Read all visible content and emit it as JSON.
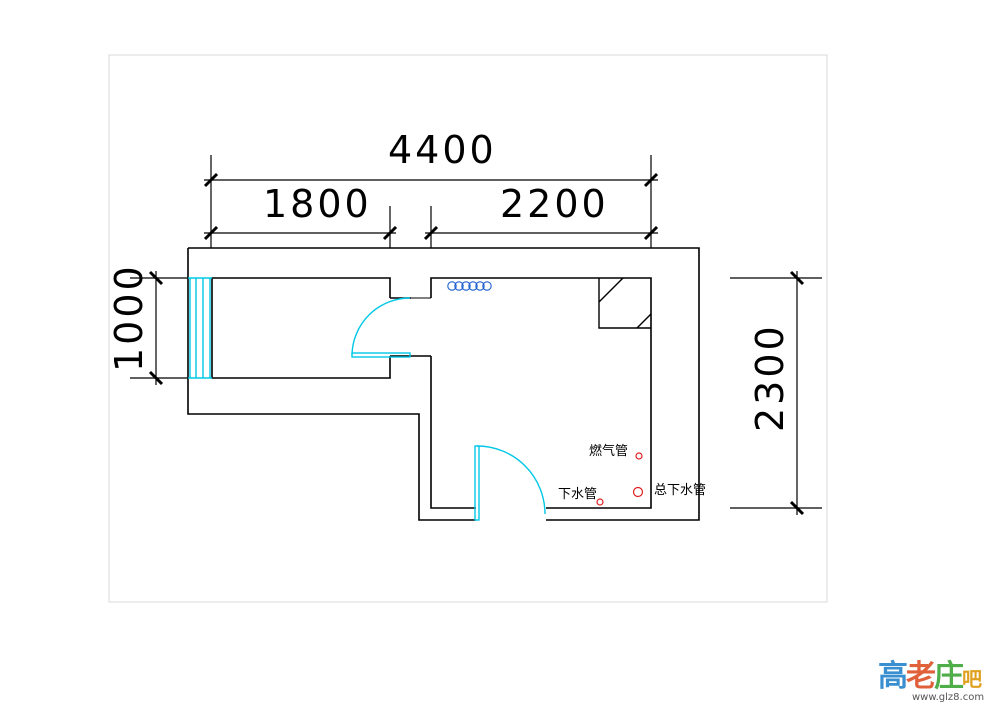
{
  "dimensions": {
    "total_width": "4400",
    "left_width": "1800",
    "right_width": "2200",
    "left_height": "1000",
    "right_height": "2300"
  },
  "fixtures": {
    "gas_pipe": "燃气管",
    "drain_pipe": "下水管",
    "main_drain_pipe": "总下水管"
  },
  "watermark": {
    "chars": [
      "高",
      "老",
      "庄",
      "吧"
    ],
    "url": "www.glz8.com"
  },
  "colors": {
    "line": "#000000",
    "door": "#00c8e6",
    "pipe": "#e02020",
    "border": "#d8d8d8"
  }
}
